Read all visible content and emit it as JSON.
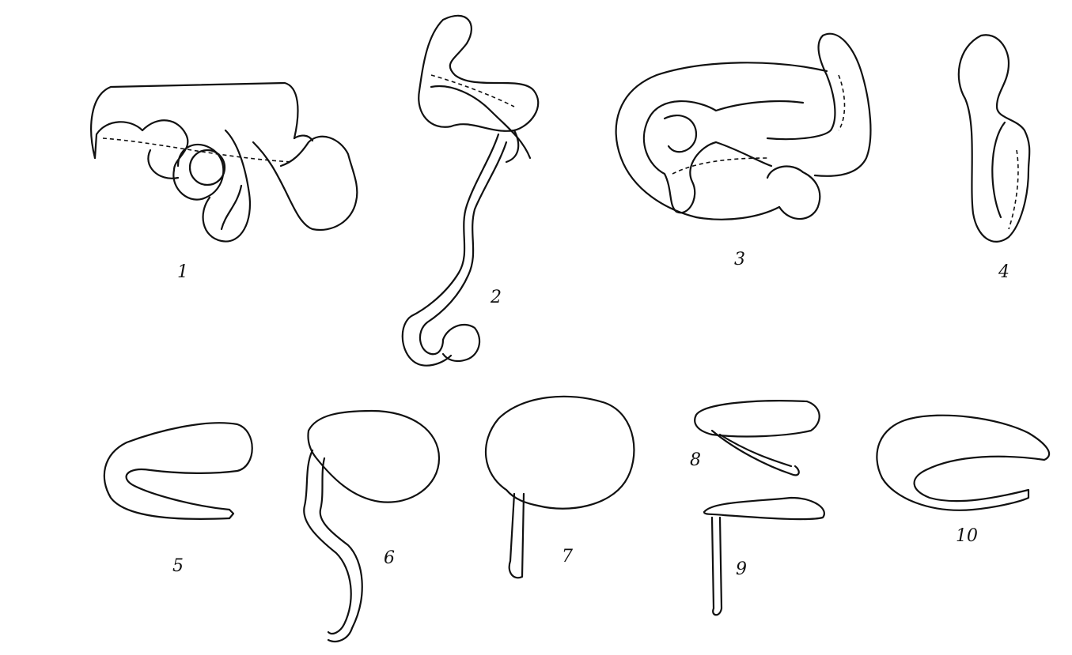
{
  "figures": [
    {
      "id": "1",
      "label": "1"
    },
    {
      "id": "2",
      "label": "2"
    },
    {
      "id": "3",
      "label": "3"
    },
    {
      "id": "4",
      "label": "4"
    },
    {
      "id": "5",
      "label": "5"
    },
    {
      "id": "6",
      "label": "6"
    },
    {
      "id": "7",
      "label": "7"
    },
    {
      "id": "8",
      "label": "8"
    },
    {
      "id": "9",
      "label": "9"
    },
    {
      "id": "10",
      "label": "10"
    }
  ],
  "colors": {
    "line": "#111111",
    "background": "#ffffff"
  }
}
